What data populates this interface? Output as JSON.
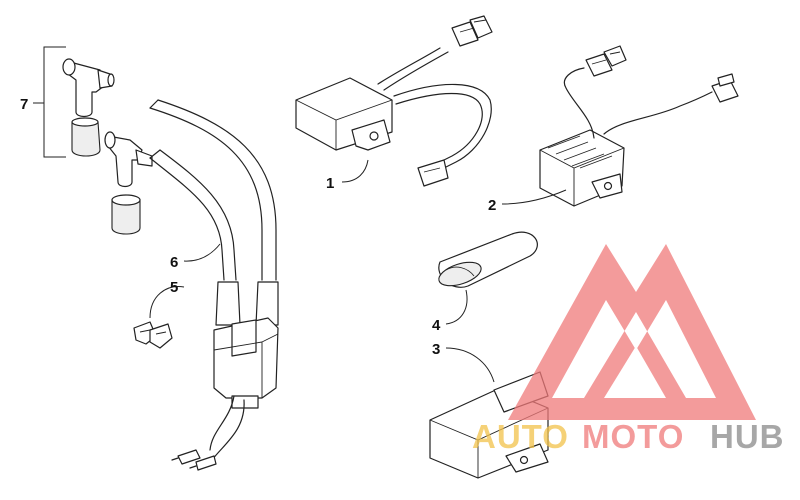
{
  "callouts": {
    "p1": "1",
    "p2": "2",
    "p3": "3",
    "p4": "4",
    "p5": "5",
    "p6": "6",
    "p7": "7"
  },
  "watermark": {
    "part_auto": "AUTO",
    "part_moto": "MOTO",
    "part_hub": "HUB",
    "color_triangle": "#f07a7a",
    "color_auto": "#f2c24a",
    "color_moto": "#f07a7a",
    "color_hub": "#8a8a8a"
  }
}
